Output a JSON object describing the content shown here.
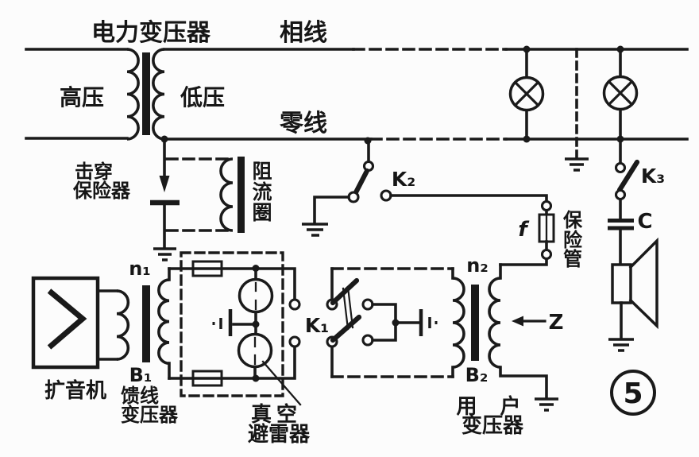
{
  "figure": {
    "number": "5"
  },
  "colors": {
    "ink": "#1a1a1a",
    "paper": "#fcfcfc"
  },
  "power_line": {
    "phase_label": "相线",
    "neutral_label": "零线"
  },
  "power_transformer": {
    "title": "电力变压器",
    "hv_label": "高压",
    "lv_label": "低压"
  },
  "breakdown_fuse": {
    "line1": "击穿",
    "line2": "保险器"
  },
  "choke_coil": {
    "char1": "阻",
    "char2": "流",
    "char3": "圈"
  },
  "switch_k1": {
    "label": "K₁"
  },
  "switch_k2": {
    "label": "K₂"
  },
  "switch_k3": {
    "label": "K₃"
  },
  "fuse_f": {
    "label": "f",
    "char1": "保",
    "char2": "险",
    "char3": "管"
  },
  "capacitor_c": {
    "label": "C"
  },
  "impedance_z": {
    "label": "Z"
  },
  "amplifier": {
    "label": "扩音机"
  },
  "feeder_transformer": {
    "n_label": "n₁",
    "b_label": "B₁",
    "line1": "馈线",
    "line2": "变压器"
  },
  "vacuum_arrester": {
    "line1": "真空",
    "line2": "避雷器"
  },
  "user_transformer": {
    "n_label": "n₂",
    "b_label": "B₂",
    "line1": "用 户",
    "line2": "变压器"
  }
}
